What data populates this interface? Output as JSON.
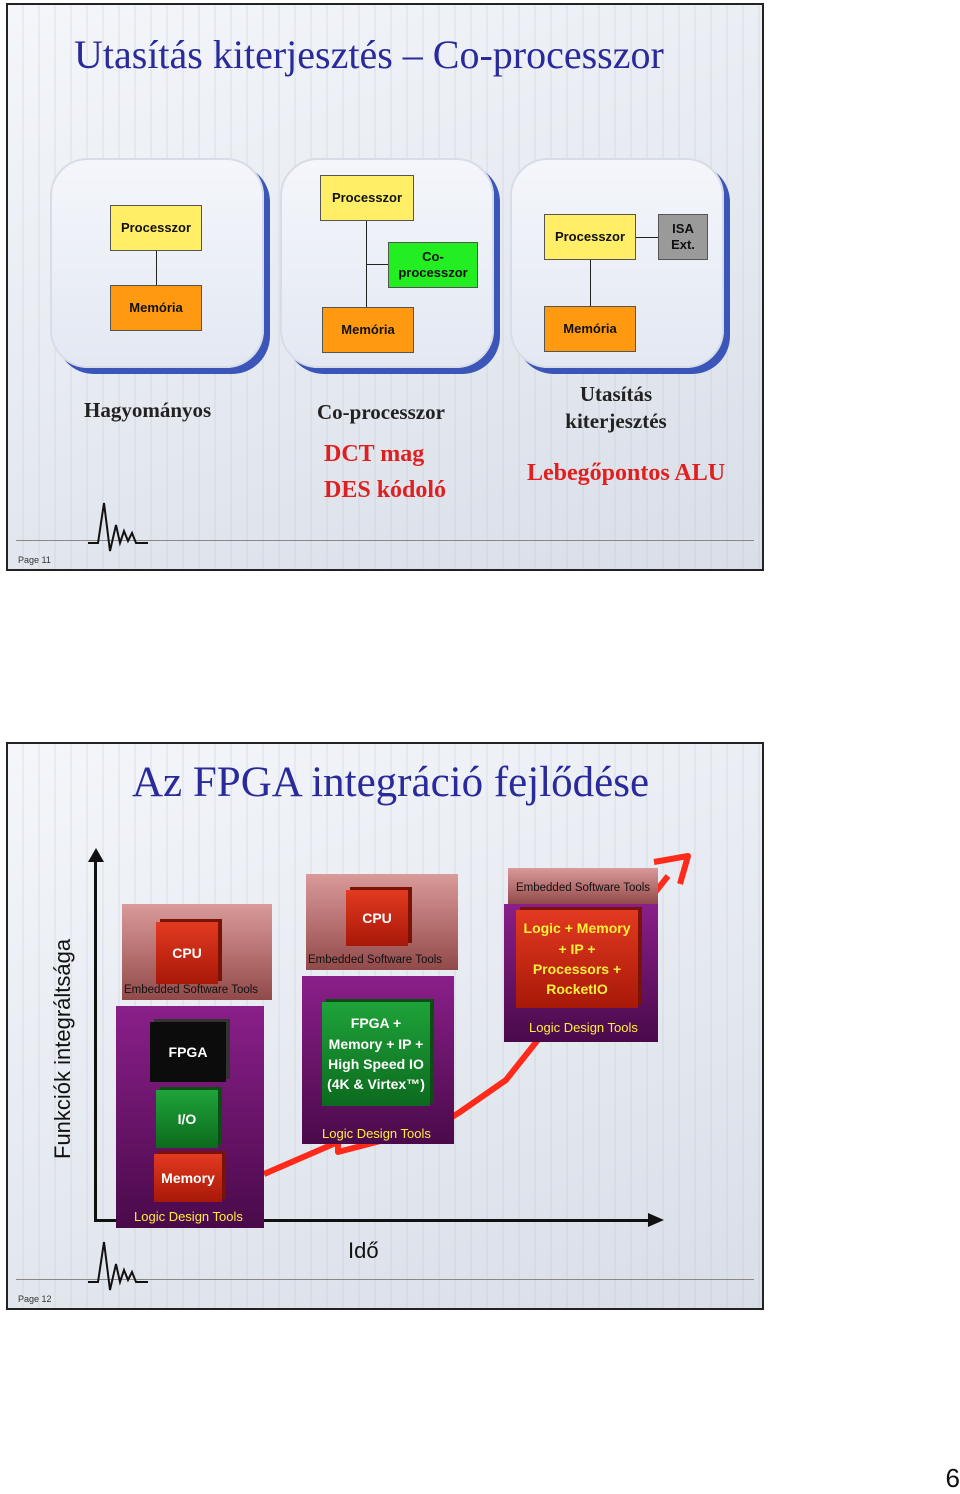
{
  "slide1": {
    "title": "Utasítás kiterjesztés – Co-processzor",
    "page_label": "Page 11",
    "panels": [
      {
        "processor": "Processzor",
        "memory": "Memória",
        "caption": "Hagyományos"
      },
      {
        "processor": "Processzor",
        "coprocessor": "Co-processzor",
        "memory": "Memória",
        "caption": "Co-processzor"
      },
      {
        "processor": "Processzor",
        "isa": "ISA Ext.",
        "memory": "Memória",
        "caption": "Utasítás kiterjesztés"
      }
    ],
    "examples": {
      "coprocessor": [
        "DCT mag",
        "DES kódoló"
      ],
      "isa": "Lebegőpontos ALU"
    }
  },
  "slide2": {
    "title": "Az FPGA integráció fejlődése",
    "page_label": "Page 12",
    "y_axis_label": "Funkciók integráltsága",
    "x_axis_label": "Idő",
    "stage1": {
      "cpu": "CPU",
      "embedded_tools": "Embedded Software Tools",
      "fpga": "FPGA",
      "io": "I/O",
      "memory": "Memory",
      "logic_tools": "Logic Design Tools"
    },
    "stage2": {
      "cpu": "CPU",
      "embedded_tools": "Embedded Software Tools",
      "fpga_block": "FPGA + Memory + IP + High Speed IO (4K & Virtex™)",
      "logic_tools": "Logic Design Tools"
    },
    "stage3": {
      "embedded_tools": "Embedded Software Tools",
      "chip": "Logic + Memory + IP + Processors + RocketIO",
      "logic_tools": "Logic Design Tools"
    },
    "colors": {
      "arrow": "#ff2a1a",
      "title": "#2a2a9a",
      "accent_red": "#e02020"
    }
  },
  "page_number": "6"
}
